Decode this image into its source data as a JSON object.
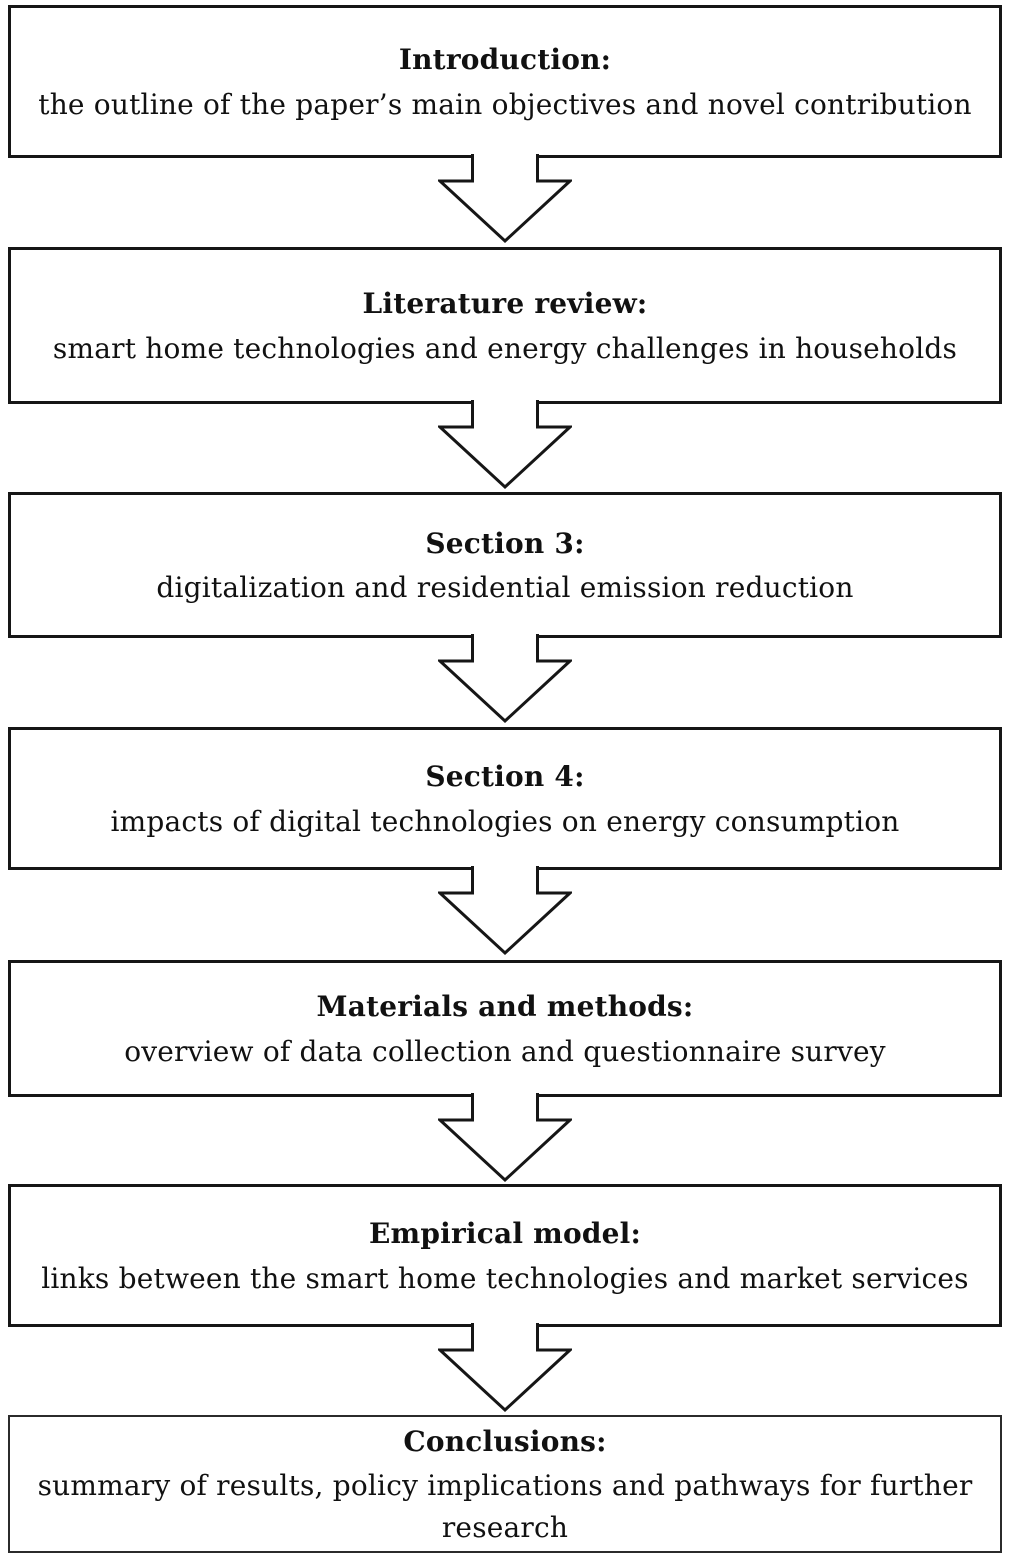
{
  "figure": {
    "background_color": "#ffffff",
    "line_color": "#161616",
    "connector": "down-block-arrow",
    "nodes": [
      {
        "title": "Introduction:",
        "description": "the outline of the paper’s main objectives and novel contribution"
      },
      {
        "title": "Literature review:",
        "description": "smart home technologies and energy challenges in households"
      },
      {
        "title": "Section 3:",
        "description": "digitalization and residential emission reduction"
      },
      {
        "title": "Section 4:",
        "description": "impacts of digital technologies on energy consumption"
      },
      {
        "title": "Materials and methods:",
        "description": "overview of data collection and questionnaire survey"
      },
      {
        "title": "Empirical model:",
        "description": "links between the smart home technologies and market services"
      },
      {
        "title": "Conclusions:",
        "description": "summary of results, policy implications and pathways for further research"
      }
    ]
  }
}
